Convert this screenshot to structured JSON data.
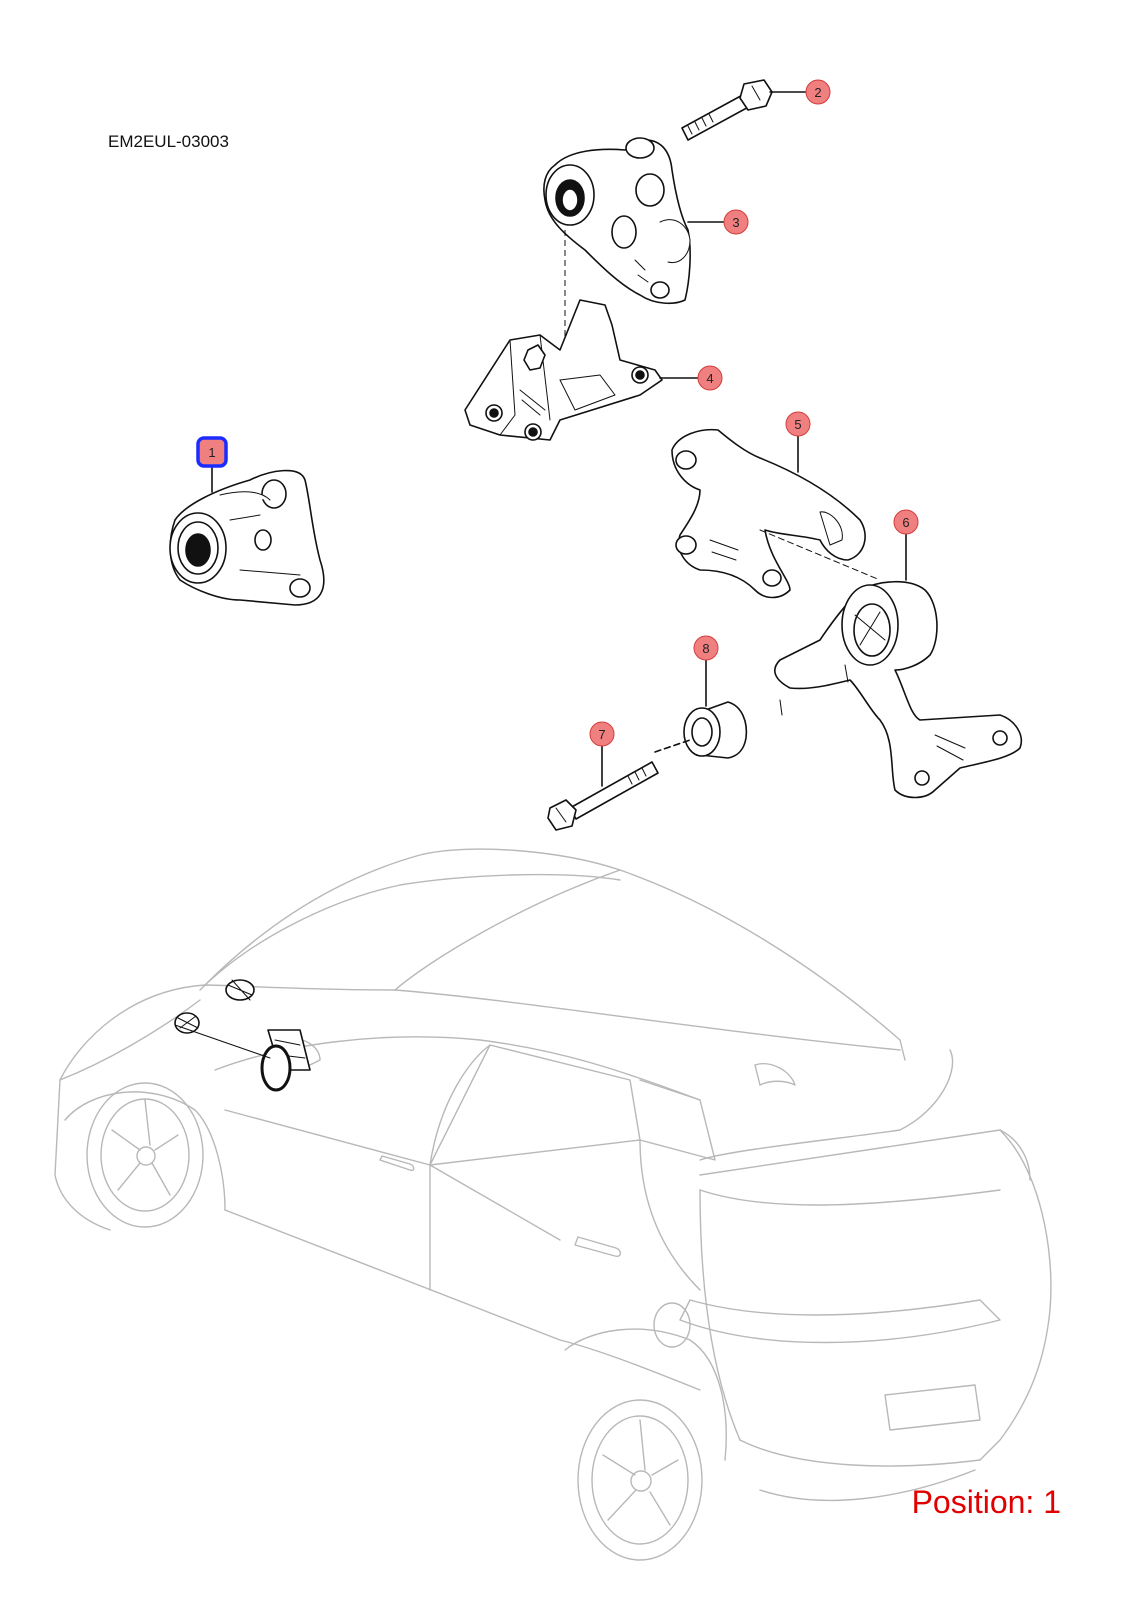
{
  "diagram": {
    "code": "EM2EUL-03003",
    "position_label": "Position: 1",
    "selected_callout": "1",
    "colors": {
      "callout_fill": "#f08080",
      "callout_border": "#d43c3c",
      "selected_border": "#1a2cff",
      "position_text": "#e10000",
      "car_outline": "#b8b8b8"
    }
  },
  "callouts": [
    {
      "id": "callout-1",
      "number": "1",
      "selected": true
    },
    {
      "id": "callout-2",
      "number": "2",
      "selected": false
    },
    {
      "id": "callout-3",
      "number": "3",
      "selected": false
    },
    {
      "id": "callout-4",
      "number": "4",
      "selected": false
    },
    {
      "id": "callout-5",
      "number": "5",
      "selected": false
    },
    {
      "id": "callout-6",
      "number": "6",
      "selected": false
    },
    {
      "id": "callout-7",
      "number": "7",
      "selected": false
    },
    {
      "id": "callout-8",
      "number": "8",
      "selected": false
    }
  ]
}
